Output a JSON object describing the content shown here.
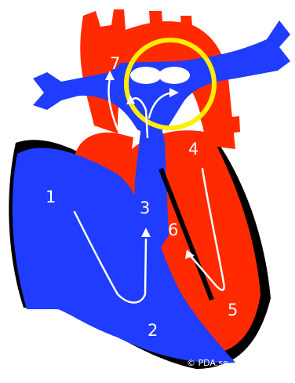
{
  "diagram": {
    "colors": {
      "oxygen_rich": "#ff2a00",
      "oxygen_poor": "#1f3cff",
      "outline": "#000000",
      "highlight": "#ffee00",
      "arrow": "#ffffff"
    },
    "labels": {
      "n1": "1",
      "n2": "2",
      "n3": "3",
      "n4": "4",
      "n5": "5",
      "n6": "6",
      "n7": "7"
    },
    "credit": "© PDA.se"
  }
}
